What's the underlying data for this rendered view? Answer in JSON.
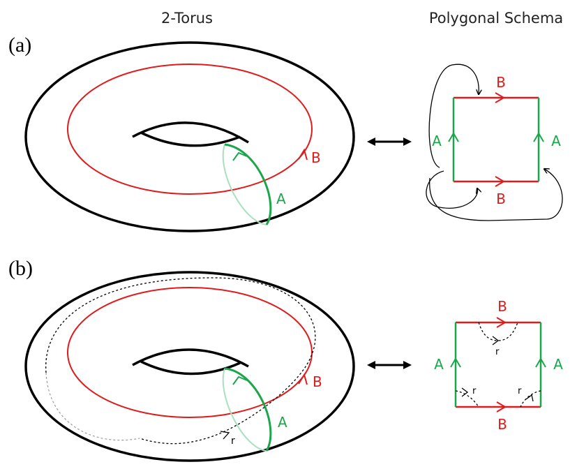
{
  "headers": {
    "left": "2-Torus",
    "right": "Polygonal Schema"
  },
  "panels": {
    "a": {
      "label": "(a)"
    },
    "b": {
      "label": "(b)"
    }
  },
  "labels": {
    "A": "A",
    "B": "B",
    "r": "r"
  },
  "colors": {
    "cycle_A": "#1aa64a",
    "cycle_B": "#e01b1b",
    "outline": "#000000",
    "cycle_A_back": "#a9e0bd"
  }
}
